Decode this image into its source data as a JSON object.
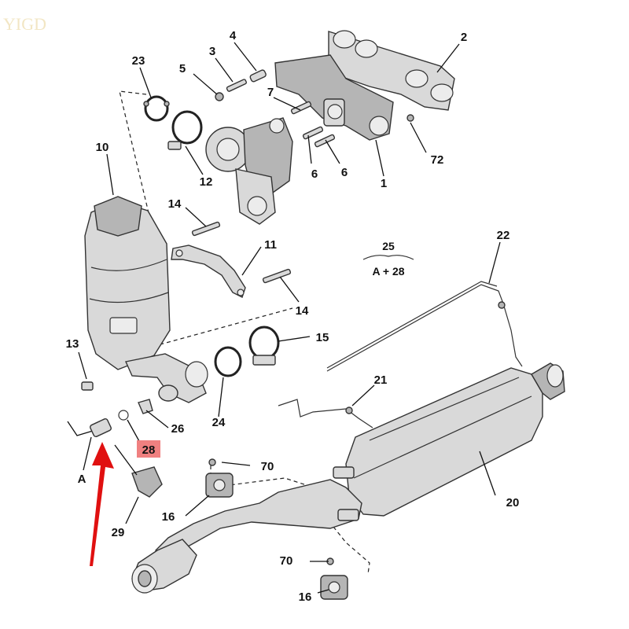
{
  "watermark": "YIGD",
  "note": {
    "top": "25",
    "bottom": "A + 28"
  },
  "highlight_color": "#f08080",
  "arrow_color": "#e01010",
  "callouts": {
    "c1": "1",
    "c2": "2",
    "c3": "3",
    "c4": "4",
    "c5": "5",
    "c6a": "6",
    "c6b": "6",
    "c7": "7",
    "c10": "10",
    "c11": "11",
    "c12": "12",
    "c13": "13",
    "c14a": "14",
    "c14b": "14",
    "c15": "15",
    "c16a": "16",
    "c16b": "16",
    "c20": "20",
    "c21": "21",
    "c22": "22",
    "c23": "23",
    "c24": "24",
    "c26": "26",
    "c28": "28",
    "c29": "29",
    "c70a": "70",
    "c70b": "70",
    "c72": "72",
    "cA": "A"
  }
}
